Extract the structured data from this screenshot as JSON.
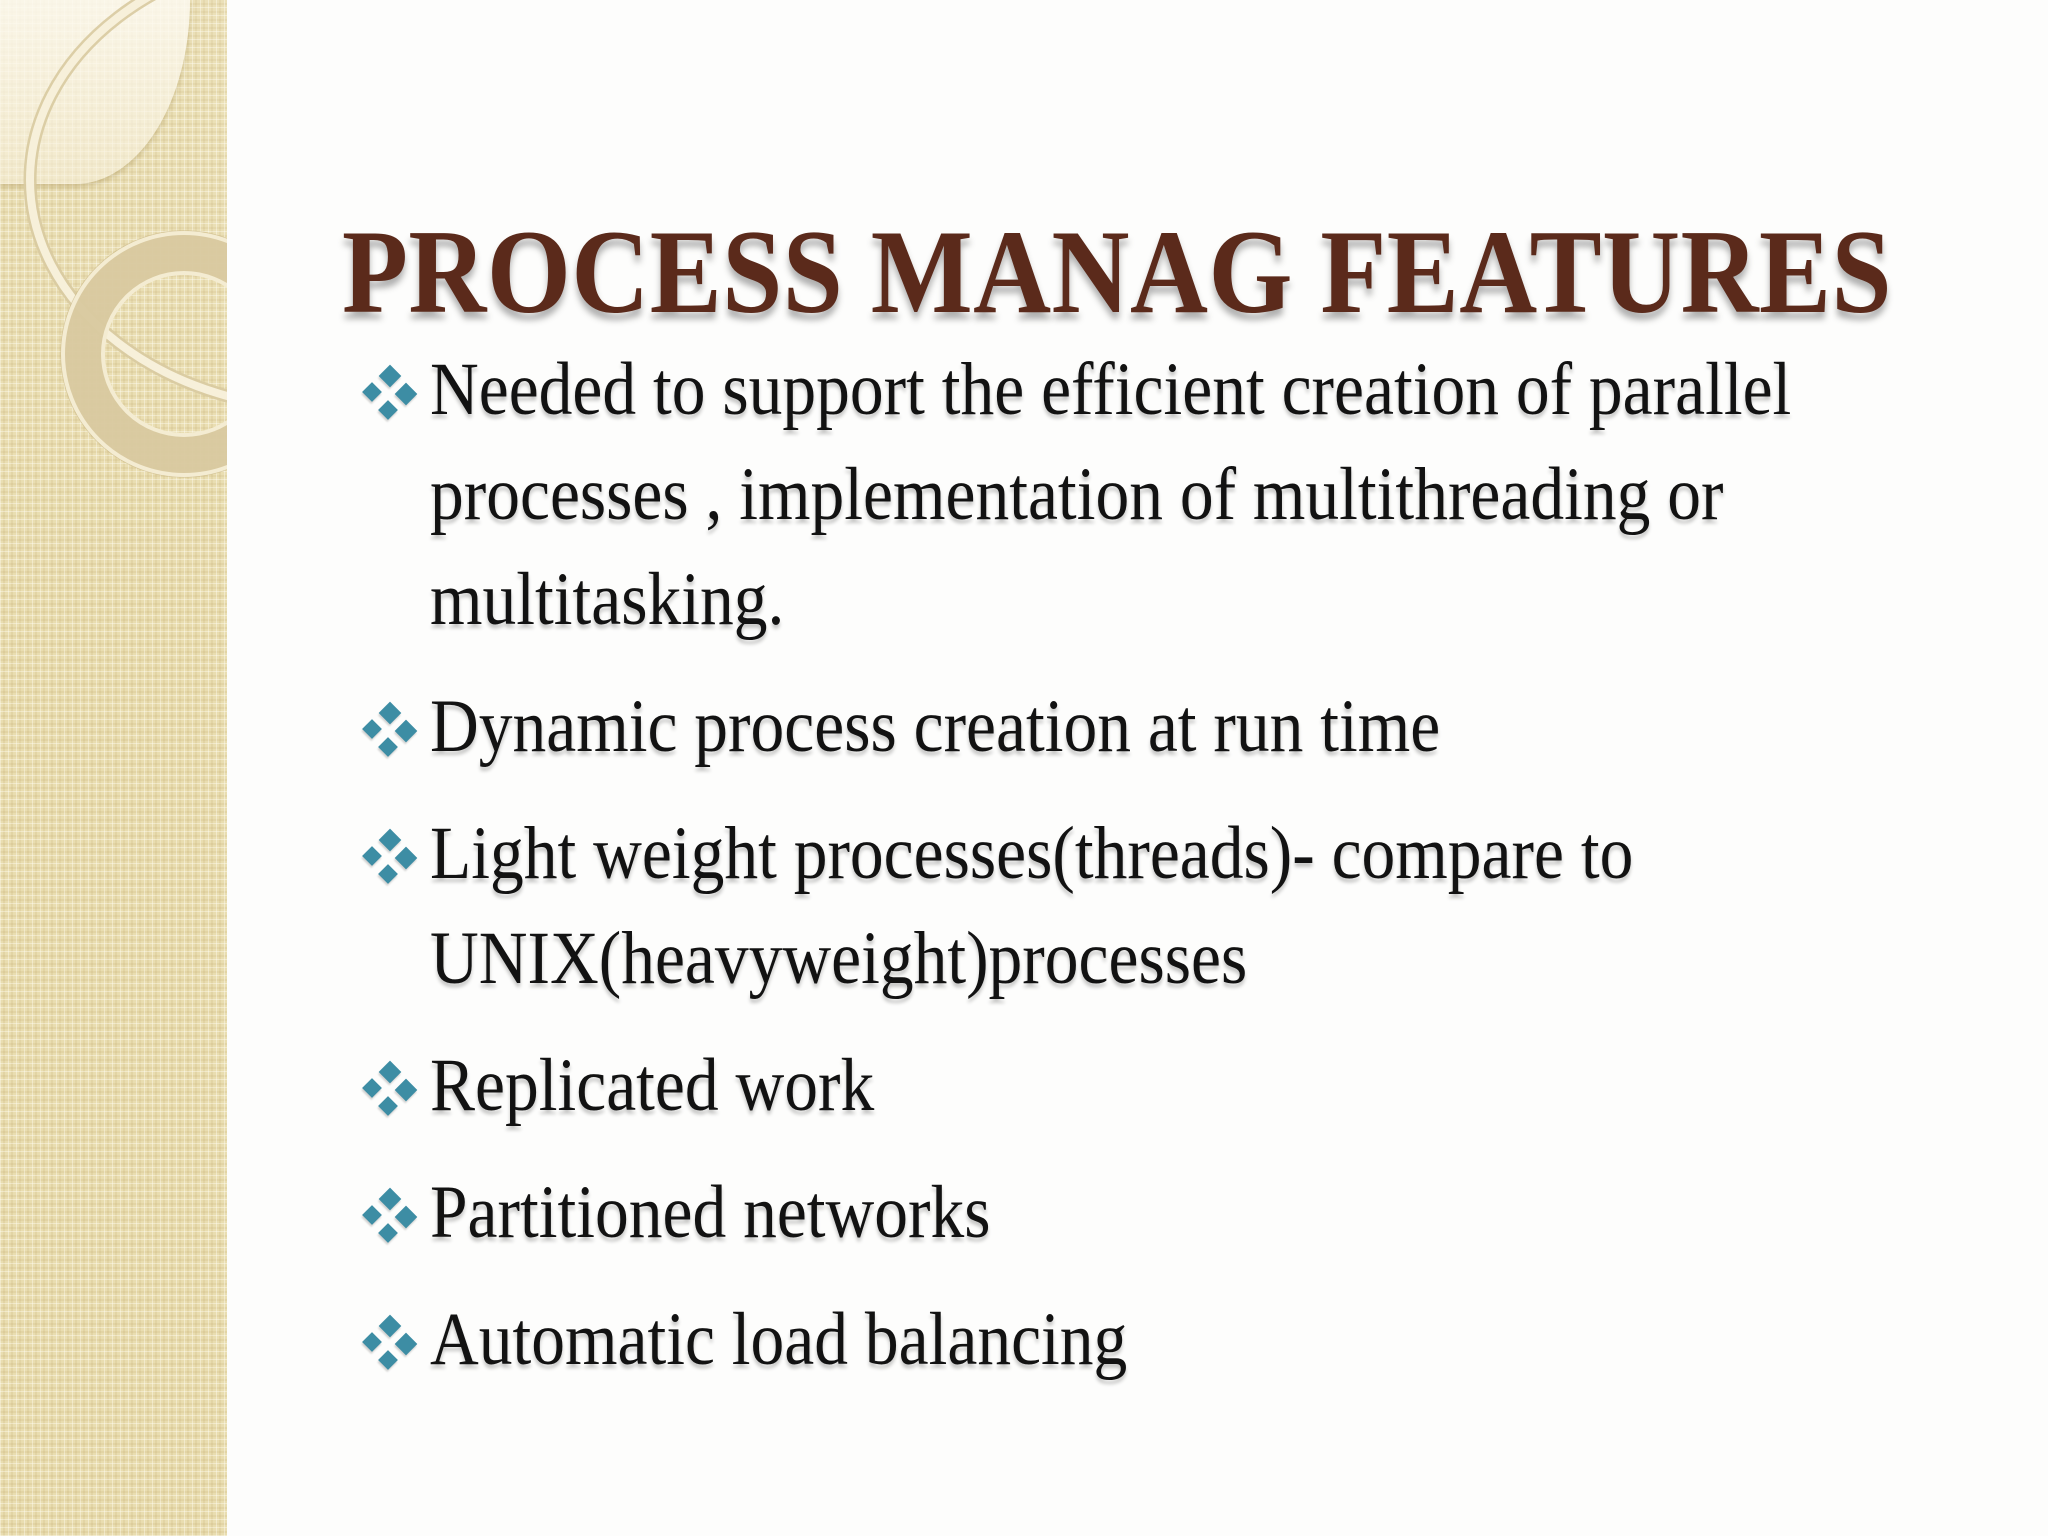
{
  "slide": {
    "title": "PROCESS MANAG FEATURES",
    "bullets": [
      {
        "text": "Needed to support the efficient creation of parallel\nprocesses , implementation of multithreading or\nmultitasking."
      },
      {
        "text": "Dynamic process creation at run time"
      },
      {
        "text": "Light weight processes(threads)- compare to\nUNIX(heavyweight)processes"
      },
      {
        "text": "Replicated work"
      },
      {
        "text": "Partitioned networks"
      },
      {
        "text": "Automatic load balancing"
      }
    ],
    "colors": {
      "title_text": "#5b2a1b",
      "body_text": "#121212",
      "bullet_marker": "#3d8da4",
      "sidebar_base": "#e9ddb0",
      "slide_background": "#fdfdfc"
    }
  }
}
